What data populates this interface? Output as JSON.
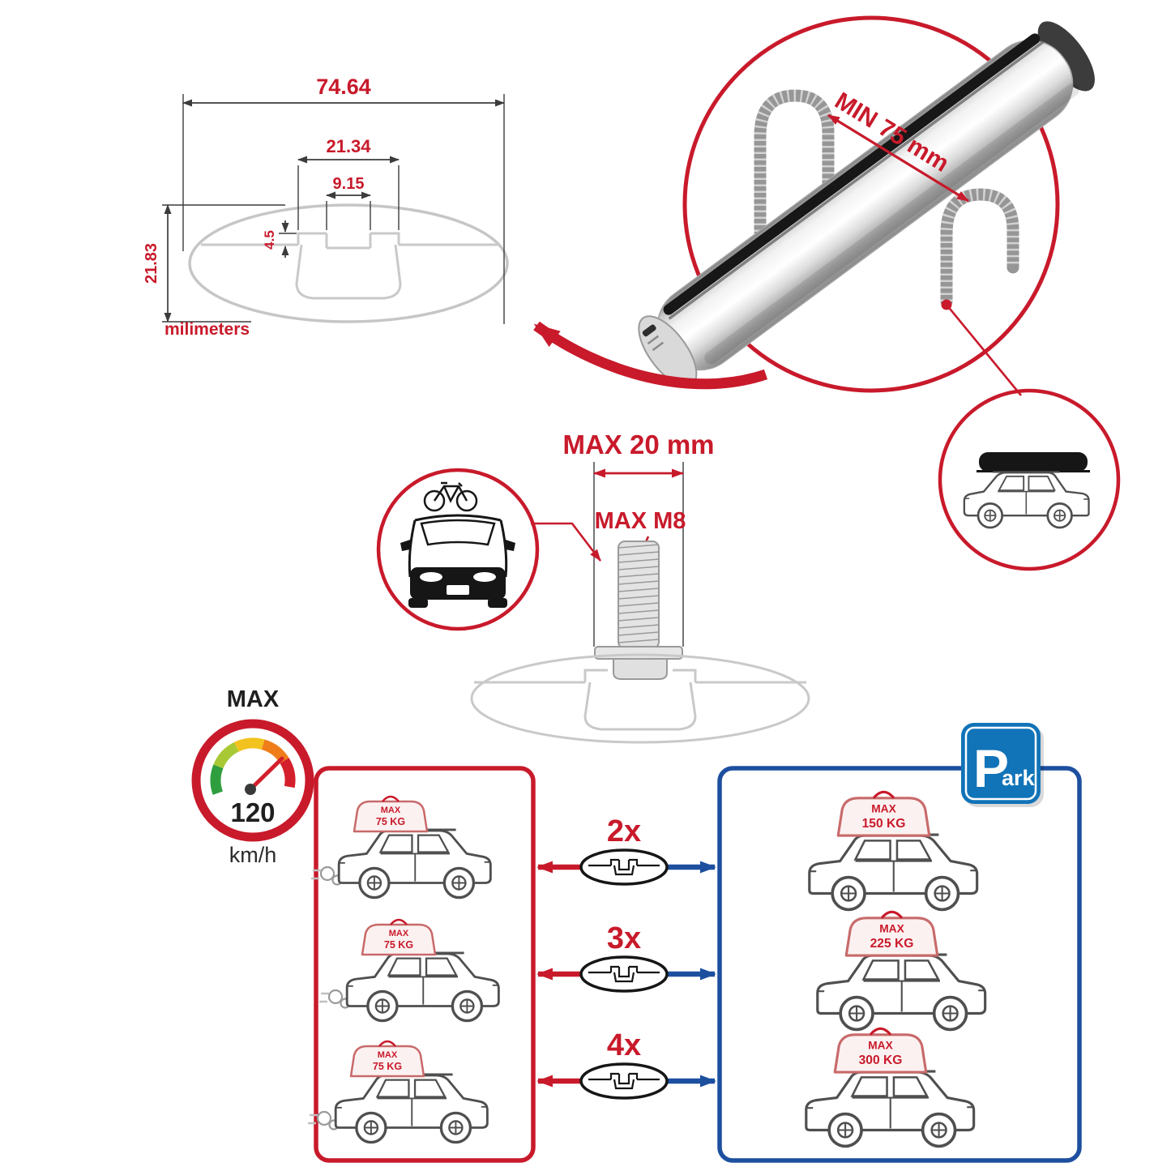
{
  "colors": {
    "accent_red": "#c81a2b",
    "accent_blue": "#1d4f9f",
    "park_blue": "#1173b8",
    "ghost_gray": "#c6c6c6",
    "metal_gray": "#bdbdbd"
  },
  "cross_section": {
    "total_width": "74.64",
    "channel_width": "21.34",
    "slot_width": "9.15",
    "lip_depth": "4.5",
    "total_height": "21.83",
    "units": "milimeters"
  },
  "bar_detail": {
    "min_span_label": "MIN 75 mm"
  },
  "mount_detail": {
    "max_length_label": "MAX 20 mm",
    "max_thread_label": "MAX M8"
  },
  "speed_limit": {
    "title": "MAX",
    "value": "120",
    "units": "km/h"
  },
  "load_comparison": {
    "driving_cars": [
      {
        "tag": "MAX",
        "weight": "75 KG"
      },
      {
        "tag": "MAX",
        "weight": "75 KG"
      },
      {
        "tag": "MAX",
        "weight": "75 KG"
      }
    ],
    "multipliers": [
      "2x",
      "3x",
      "4x"
    ],
    "parked_cars": [
      {
        "tag": "MAX",
        "weight": "150 KG"
      },
      {
        "tag": "MAX",
        "weight": "225 KG"
      },
      {
        "tag": "MAX",
        "weight": "300 KG"
      }
    ],
    "park_sign": {
      "letter": "P",
      "suffix": "ark"
    }
  }
}
